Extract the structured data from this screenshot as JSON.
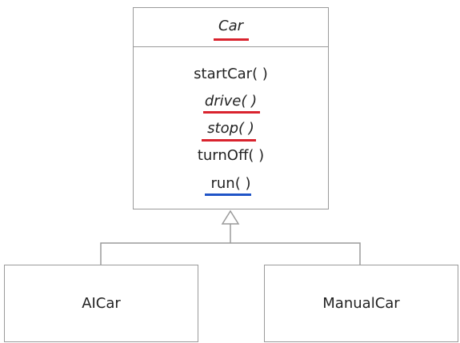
{
  "superclass": {
    "name": "Car",
    "methods": [
      {
        "label": "startCar( )",
        "abstract": false
      },
      {
        "label": "drive( )",
        "abstract": true
      },
      {
        "label": "stop( )",
        "abstract": true
      },
      {
        "label": "turnOff( )",
        "abstract": false
      },
      {
        "label": "run( )",
        "abstract": false
      }
    ]
  },
  "subclasses": [
    {
      "name": "AICar"
    },
    {
      "name": "ManualCar"
    }
  ],
  "colors": {
    "border": "#9a9a9a",
    "abstract_underline": "#d9232e",
    "template_underline": "#1f54c7"
  }
}
